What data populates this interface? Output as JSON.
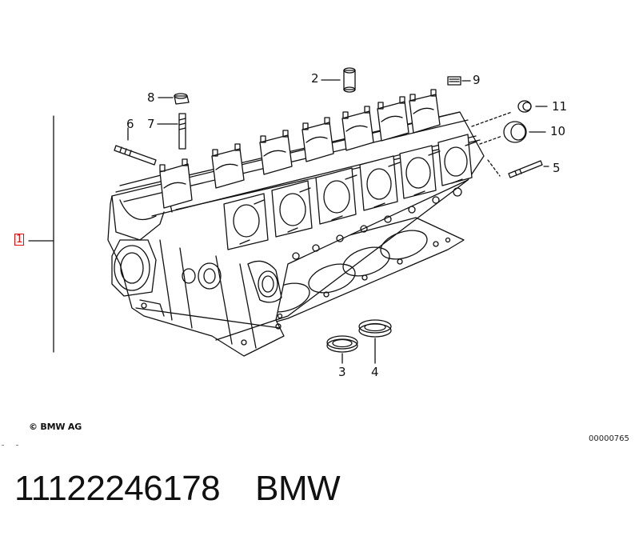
{
  "diagram": {
    "callouts": [
      {
        "id": "1",
        "label": "1",
        "boxed": true
      },
      {
        "id": "2",
        "label": "2"
      },
      {
        "id": "3",
        "label": "3"
      },
      {
        "id": "4",
        "label": "4"
      },
      {
        "id": "5",
        "label": "5"
      },
      {
        "id": "6",
        "label": "6"
      },
      {
        "id": "7",
        "label": "7"
      },
      {
        "id": "8",
        "label": "8"
      },
      {
        "id": "9",
        "label": "9"
      },
      {
        "id": "10",
        "label": "10"
      },
      {
        "id": "11",
        "label": "11"
      }
    ],
    "copyright": "© BMW AG",
    "drawing_number": "00000765"
  },
  "caption": {
    "part_number": "11122246178",
    "brand": "BMW"
  },
  "colors": {
    "line": "#111111",
    "highlight": "#e01010",
    "background": "#ffffff"
  }
}
